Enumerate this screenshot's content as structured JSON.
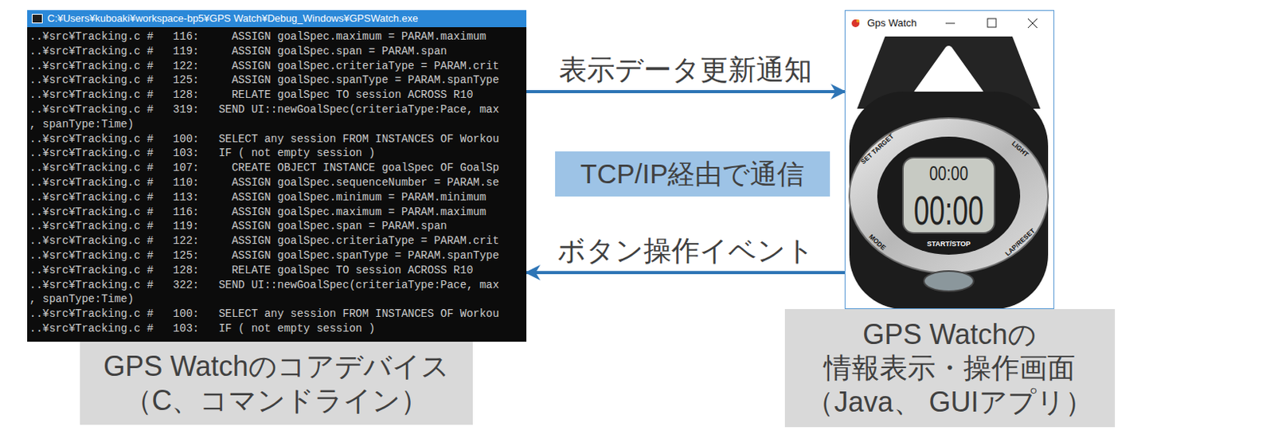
{
  "diagram": {
    "nodes": [
      {
        "text": [
          "C:¥Users¥kuboaki¥workspace-bp5¥GPS Watch¥Debug_Windows¥GPSWatch.exe",
          "..¥src¥Tracking.c #   116:     ASSIGN goalSpec.maximum = PARAM.maximum",
          "..¥src¥Tracking.c #   119:     ASSIGN goalSpec.span = PARAM.span",
          "..¥src¥Tracking.c #   122:     ASSIGN goalSpec.criteriaType = PARAM.crit",
          "..¥src¥Tracking.c #   125:     ASSIGN goalSpec.spanType = PARAM.spanType",
          "..¥src¥Tracking.c #   128:     RELATE goalSpec TO session ACROSS R10",
          "..¥src¥Tracking.c #   319:   SEND UI::newGoalSpec(criteriaType:Pace, max",
          ", spanType:Time)",
          "..¥src¥Tracking.c #   100:   SELECT any session FROM INSTANCES OF Workou",
          "..¥src¥Tracking.c #   103:   IF ( not empty session )",
          "..¥src¥Tracking.c #   107:     CREATE OBJECT INSTANCE goalSpec OF GoalSp",
          "..¥src¥Tracking.c #   110:     ASSIGN goalSpec.sequenceNumber = PARAM.se",
          "..¥src¥Tracking.c #   113:     ASSIGN goalSpec.minimum = PARAM.minimum",
          "..¥src¥Tracking.c #   116:     ASSIGN goalSpec.maximum = PARAM.maximum",
          "..¥src¥Tracking.c #   119:     ASSIGN goalSpec.span = PARAM.span",
          "..¥src¥Tracking.c #   122:     ASSIGN goalSpec.criteriaType = PARAM.crit",
          "..¥src¥Tracking.c #   125:     ASSIGN goalSpec.spanType = PARAM.spanType",
          "..¥src¥Tracking.c #   128:     RELATE goalSpec TO session ACROSS R10",
          "..¥src¥Tracking.c #   322:   SEND UI::newGoalSpec(criteriaType:Pace, max",
          ", spanType:Time)",
          "..¥src¥Tracking.c #   100:   SELECT any session FROM INSTANCES OF Workou",
          "..¥src¥Tracking.c #   103:   IF ( not empty session )"
        ]
      },
      {
        "text": [
          "TCP/IP経由で通信"
        ]
      },
      {
        "text": [
          "Gps Watch"
        ]
      },
      {
        "text": [
          "GPS Watchのコアデバイス （C、コマンドライン）"
        ]
      },
      {
        "text": [
          "GPS Watchの 情報表示・操作画面 （Java、 GUIアプリ）"
        ]
      }
    ],
    "edges": [
      {
        "from": 0,
        "to": 2,
        "arrow": "to",
        "label": "表示データ更新通知"
      },
      {
        "from": 2,
        "to": 0,
        "arrow": "to",
        "label": "ボタン操作イベント"
      }
    ],
    "labels": [
      "SET TARGET",
      "LIGHT",
      "00:00",
      "00:00",
      "MODE",
      "LAP/RESET",
      "START/STOP"
    ]
  }
}
